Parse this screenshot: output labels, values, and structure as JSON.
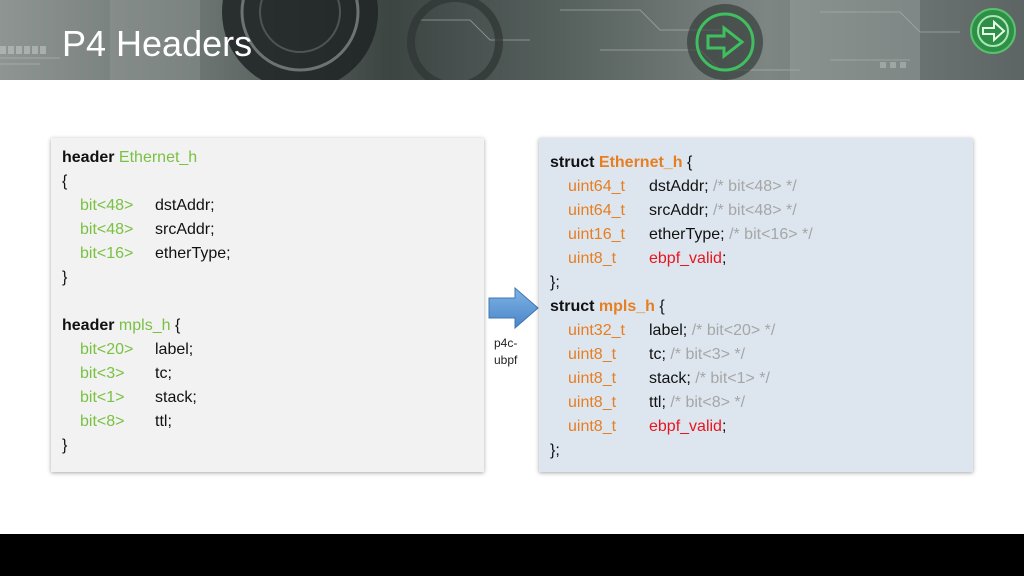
{
  "slide": {
    "title": "P4 Headers",
    "converter_label_line1": "p4c-",
    "converter_label_line2": "ubpf"
  },
  "colors": {
    "keyword": "#111111",
    "p4_type": "#7ac143",
    "c_type": "#e67e22",
    "comment": "#a6a6a6",
    "highlight": "#e8151e",
    "left_panel_bg": "#f2f2f2",
    "right_panel_bg": "#dde6ef",
    "arrow": "#5b9bd5"
  },
  "icons": {
    "arrow": "right-arrow-icon",
    "logo": "circle-arrow-logo-icon"
  },
  "p4_code": {
    "kw_header": "header",
    "ethernet_name": "Ethernet_h",
    "open_brace": "{",
    "close_brace": "}",
    "eth_fields": [
      {
        "type": "bit<48>",
        "name": "dstAddr;"
      },
      {
        "type": "bit<48>",
        "name": "srcAddr;"
      },
      {
        "type": "bit<16>",
        "name": "etherType;"
      }
    ],
    "mpls_name": "mpls_h",
    "mpls_fields": [
      {
        "type": "bit<20>",
        "name": "label;"
      },
      {
        "type": "bit<3>",
        "name": "tc;"
      },
      {
        "type": "bit<1>",
        "name": "stack;"
      },
      {
        "type": "bit<8>",
        "name": "ttl;"
      }
    ]
  },
  "c_code": {
    "kw_struct": "struct",
    "ethernet_name": "Ethernet_h",
    "open_brace": "{",
    "end_brace": "};",
    "eth_fields": [
      {
        "type": "uint64_t",
        "name": "dstAddr;",
        "comment": "/* bit<48> */"
      },
      {
        "type": "uint64_t",
        "name": "srcAddr;",
        "comment": "/* bit<48> */"
      },
      {
        "type": "uint16_t",
        "name": "etherType;",
        "comment": "/* bit<16> */"
      }
    ],
    "eth_valid": {
      "type": "uint8_t",
      "name": "ebpf_valid",
      "suffix": ";"
    },
    "mpls_name": "mpls_h",
    "mpls_fields": [
      {
        "type": "uint32_t",
        "name": "label;",
        "comment": "/* bit<20> */"
      },
      {
        "type": "uint8_t",
        "name": "tc;",
        "comment": "/* bit<3> */"
      },
      {
        "type": "uint8_t",
        "name": "stack;",
        "comment": "/* bit<1> */"
      },
      {
        "type": "uint8_t",
        "name": "ttl;",
        "comment": "/* bit<8> */"
      }
    ],
    "mpls_valid": {
      "type": "uint8_t",
      "name": "ebpf_valid",
      "suffix": ";"
    }
  }
}
